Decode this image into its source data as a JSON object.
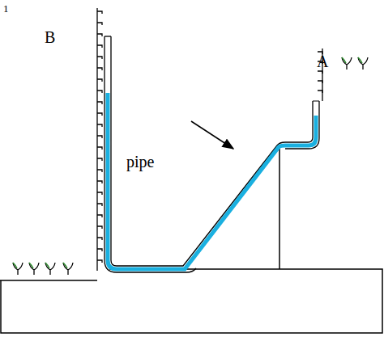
{
  "diagram": {
    "labels": [
      "1",
      "B",
      "A",
      "pipe"
    ]
  }
}
